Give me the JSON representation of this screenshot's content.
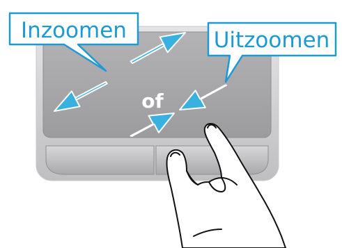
{
  "labels": {
    "zoom_in": "Inzoomen",
    "zoom_out": "Uitzoomen",
    "or": "of"
  },
  "colors": {
    "label_text": "#1c9ad6",
    "label_border": "#1c9ad6",
    "arrow": "#38b0e0",
    "touchpad_surface": "#a6a6a8",
    "touchpad_frame": "#cfcfd2",
    "or_text": "#ffffff"
  },
  "icons": {
    "hand": "hand-icon",
    "arrows": "gesture-arrow-icon"
  }
}
